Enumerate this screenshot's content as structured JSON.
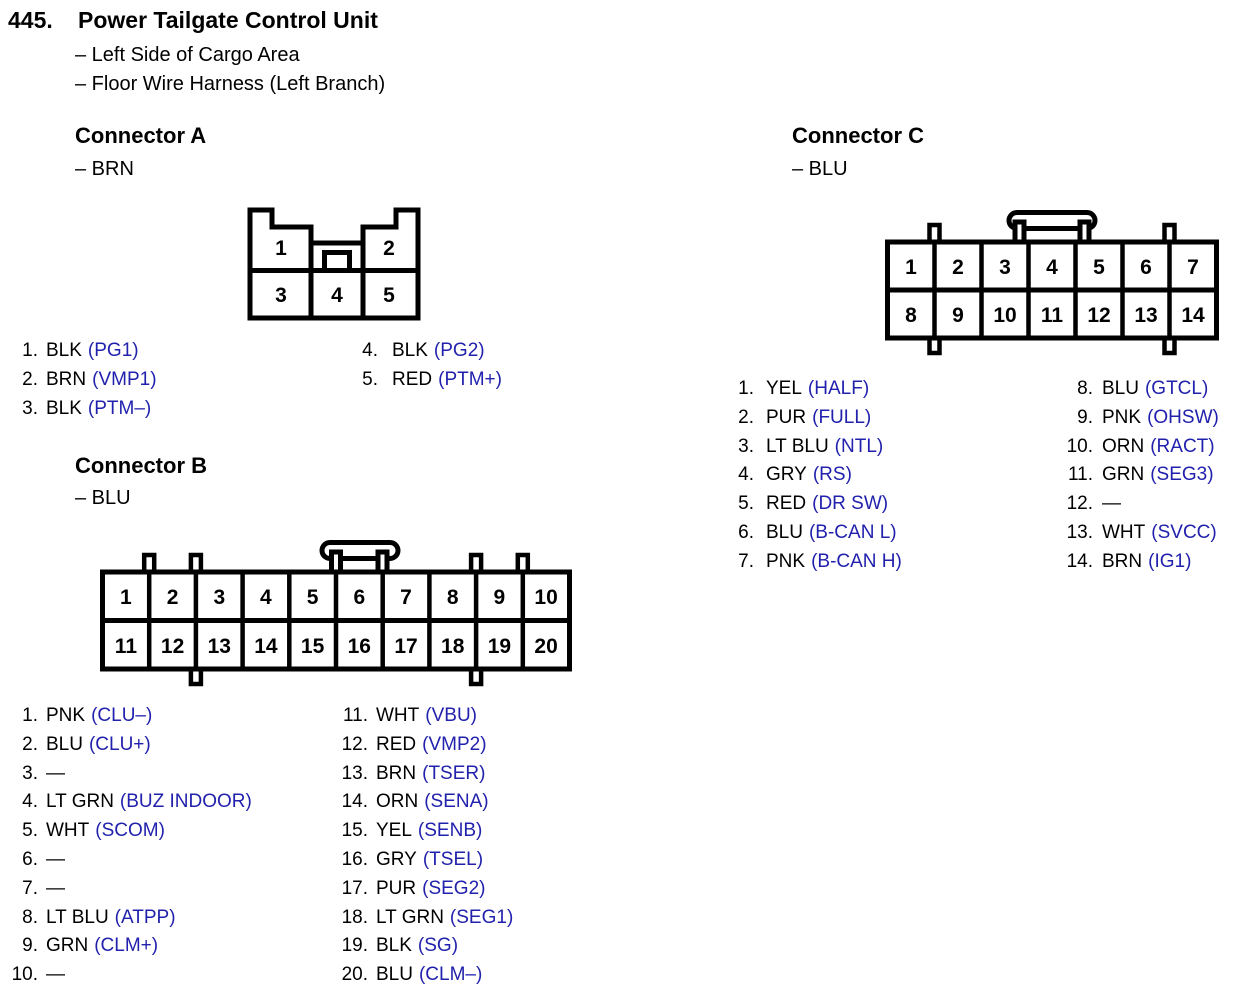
{
  "page": {
    "number": "445.",
    "title": "Power Tailgate Control Unit",
    "subtitles": [
      "– Left Side of Cargo Area",
      "– Floor Wire Harness (Left Branch)"
    ]
  },
  "colors": {
    "signal_blue": "#2121ad",
    "line_black": "#000000"
  },
  "connector_a": {
    "heading": "Connector A",
    "color_label": "– BRN",
    "cells": [
      "1",
      "2",
      "3",
      "4",
      "5"
    ],
    "pins_col1": [
      {
        "num": "1.",
        "wire": "BLK",
        "signal": "(PG1)"
      },
      {
        "num": "2.",
        "wire": "BRN",
        "signal": "(VMP1)"
      },
      {
        "num": "3.",
        "wire": "BLK",
        "signal": "(PTM–)"
      }
    ],
    "pins_col2": [
      {
        "num": "4.",
        "wire": "BLK",
        "signal": "(PG2)"
      },
      {
        "num": "5.",
        "wire": "RED",
        "signal": "(PTM+)"
      }
    ]
  },
  "connector_b": {
    "heading": "Connector B",
    "color_label": "– BLU",
    "cells": [
      "1",
      "2",
      "3",
      "4",
      "5",
      "6",
      "7",
      "8",
      "9",
      "10",
      "11",
      "12",
      "13",
      "14",
      "15",
      "16",
      "17",
      "18",
      "19",
      "20"
    ],
    "pins_col1": [
      {
        "num": "1.",
        "wire": "PNK",
        "signal": "(CLU–)"
      },
      {
        "num": "2.",
        "wire": "BLU",
        "signal": "(CLU+)"
      },
      {
        "num": "3.",
        "wire": "—",
        "signal": ""
      },
      {
        "num": "4.",
        "wire": "LT GRN",
        "signal": "(BUZ INDOOR)"
      },
      {
        "num": "5.",
        "wire": "WHT",
        "signal": "(SCOM)"
      },
      {
        "num": "6.",
        "wire": "—",
        "signal": ""
      },
      {
        "num": "7.",
        "wire": "—",
        "signal": ""
      },
      {
        "num": "8.",
        "wire": "LT BLU",
        "signal": "(ATPP)"
      },
      {
        "num": "9.",
        "wire": "GRN",
        "signal": "(CLM+)"
      },
      {
        "num": "10.",
        "wire": "—",
        "signal": ""
      }
    ],
    "pins_col2": [
      {
        "num": "11.",
        "wire": "WHT",
        "signal": "(VBU)"
      },
      {
        "num": "12.",
        "wire": "RED",
        "signal": "(VMP2)"
      },
      {
        "num": "13.",
        "wire": "BRN",
        "signal": "(TSER)"
      },
      {
        "num": "14.",
        "wire": "ORN",
        "signal": "(SENA)"
      },
      {
        "num": "15.",
        "wire": "YEL",
        "signal": "(SENB)"
      },
      {
        "num": "16.",
        "wire": "GRY",
        "signal": "(TSEL)"
      },
      {
        "num": "17.",
        "wire": "PUR",
        "signal": "(SEG2)"
      },
      {
        "num": "18.",
        "wire": "LT GRN",
        "signal": "(SEG1)"
      },
      {
        "num": "19.",
        "wire": "BLK",
        "signal": "(SG)"
      },
      {
        "num": "20.",
        "wire": "BLU",
        "signal": "(CLM–)"
      }
    ]
  },
  "connector_c": {
    "heading": "Connector C",
    "color_label": "– BLU",
    "cells": [
      "1",
      "2",
      "3",
      "4",
      "5",
      "6",
      "7",
      "8",
      "9",
      "10",
      "11",
      "12",
      "13",
      "14"
    ],
    "pins_col1": [
      {
        "num": "1.",
        "wire": "YEL",
        "signal": "(HALF)"
      },
      {
        "num": "2.",
        "wire": "PUR",
        "signal": "(FULL)"
      },
      {
        "num": "3.",
        "wire": "LT BLU",
        "signal": "(NTL)"
      },
      {
        "num": "4.",
        "wire": "GRY",
        "signal": "(RS)"
      },
      {
        "num": "5.",
        "wire": "RED",
        "signal": "(DR SW)"
      },
      {
        "num": "6.",
        "wire": "BLU",
        "signal": "(B-CAN L)"
      },
      {
        "num": "7.",
        "wire": "PNK",
        "signal": "(B-CAN H)"
      }
    ],
    "pins_col2": [
      {
        "num": "8.",
        "wire": "BLU",
        "signal": "(GTCL)"
      },
      {
        "num": "9.",
        "wire": "PNK",
        "signal": "(OHSW)"
      },
      {
        "num": "10.",
        "wire": "ORN",
        "signal": "(RACT)"
      },
      {
        "num": "11.",
        "wire": "GRN",
        "signal": "(SEG3)"
      },
      {
        "num": "12.",
        "wire": "—",
        "signal": ""
      },
      {
        "num": "13.",
        "wire": "WHT",
        "signal": "(SVCC)"
      },
      {
        "num": "14.",
        "wire": "BRN",
        "signal": "(IG1)"
      }
    ]
  }
}
